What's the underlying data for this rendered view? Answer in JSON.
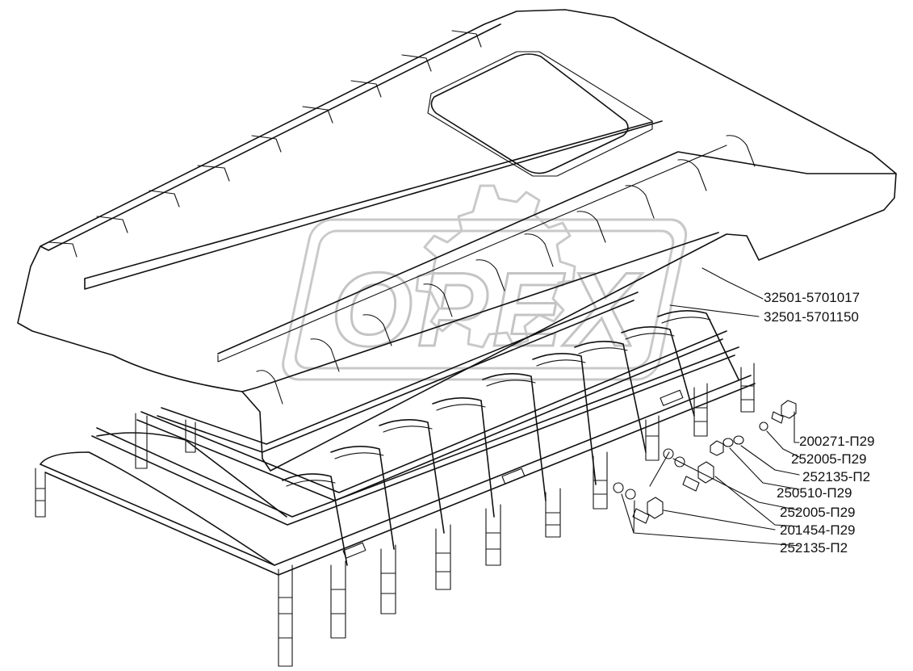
{
  "watermark": {
    "text": "OPEX"
  },
  "callouts": [
    {
      "id": "p1",
      "part_number": "32501-5701017"
    },
    {
      "id": "p2",
      "part_number": "32501-5701150"
    },
    {
      "id": "p3",
      "part_number": "200271-П29"
    },
    {
      "id": "p4",
      "part_number": "252005-П29"
    },
    {
      "id": "p5",
      "part_number": "252135-П2"
    },
    {
      "id": "p6",
      "part_number": "250510-П29"
    },
    {
      "id": "p7",
      "part_number": "252005-П29"
    },
    {
      "id": "p8",
      "part_number": "201454-П29"
    },
    {
      "id": "p9",
      "part_number": "252135-П2"
    }
  ]
}
